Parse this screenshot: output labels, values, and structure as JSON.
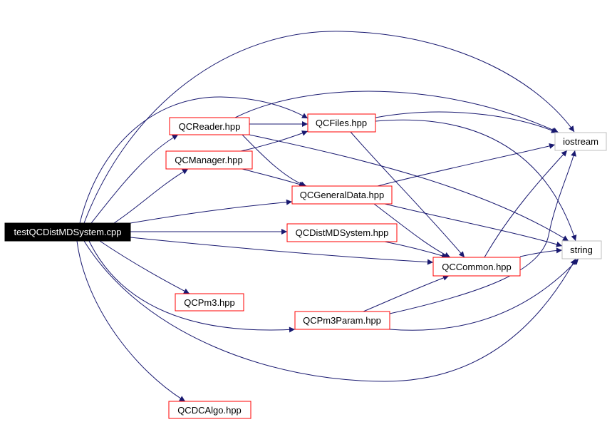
{
  "diagram": {
    "edge_color": "#191970",
    "node_border_red": "#ff0000",
    "node_border_grey": "#bfbfbf",
    "root_fill": "#000000",
    "root_text_color": "#ffffff",
    "nodes": [
      {
        "id": "root",
        "label": "testQCDistMDSystem.cpp",
        "style": "root"
      },
      {
        "id": "reader",
        "label": "QCReader.hpp",
        "style": "red"
      },
      {
        "id": "manager",
        "label": "QCManager.hpp",
        "style": "red"
      },
      {
        "id": "files",
        "label": "QCFiles.hpp",
        "style": "red"
      },
      {
        "id": "general",
        "label": "QCGeneralData.hpp",
        "style": "red"
      },
      {
        "id": "distmd",
        "label": "QCDistMDSystem.hpp",
        "style": "red"
      },
      {
        "id": "common",
        "label": "QCCommon.hpp",
        "style": "red"
      },
      {
        "id": "pm3",
        "label": "QCPm3.hpp",
        "style": "red"
      },
      {
        "id": "pm3param",
        "label": "QCPm3Param.hpp",
        "style": "red"
      },
      {
        "id": "dcalgo",
        "label": "QCDCAlgo.hpp",
        "style": "red"
      },
      {
        "id": "iostream",
        "label": "iostream",
        "style": "grey"
      },
      {
        "id": "string",
        "label": "string",
        "style": "grey"
      }
    ],
    "edges": [
      {
        "from": "root",
        "to": "iostream"
      },
      {
        "from": "root",
        "to": "files"
      },
      {
        "from": "root",
        "to": "reader"
      },
      {
        "from": "root",
        "to": "manager"
      },
      {
        "from": "root",
        "to": "general"
      },
      {
        "from": "root",
        "to": "distmd"
      },
      {
        "from": "root",
        "to": "common"
      },
      {
        "from": "root",
        "to": "pm3"
      },
      {
        "from": "root",
        "to": "pm3param"
      },
      {
        "from": "root",
        "to": "string"
      },
      {
        "from": "root",
        "to": "dcalgo"
      },
      {
        "from": "reader",
        "to": "iostream"
      },
      {
        "from": "reader",
        "to": "files"
      },
      {
        "from": "reader",
        "to": "general"
      },
      {
        "from": "reader",
        "to": "string"
      },
      {
        "from": "manager",
        "to": "files"
      },
      {
        "from": "manager",
        "to": "general"
      },
      {
        "from": "files",
        "to": "iostream"
      },
      {
        "from": "files",
        "to": "string"
      },
      {
        "from": "files",
        "to": "common"
      },
      {
        "from": "general",
        "to": "iostream"
      },
      {
        "from": "general",
        "to": "string"
      },
      {
        "from": "general",
        "to": "common"
      },
      {
        "from": "distmd",
        "to": "common"
      },
      {
        "from": "common",
        "to": "iostream"
      },
      {
        "from": "common",
        "to": "string"
      },
      {
        "from": "pm3param",
        "to": "common"
      },
      {
        "from": "pm3param",
        "to": "iostream"
      },
      {
        "from": "pm3param",
        "to": "string"
      }
    ]
  }
}
